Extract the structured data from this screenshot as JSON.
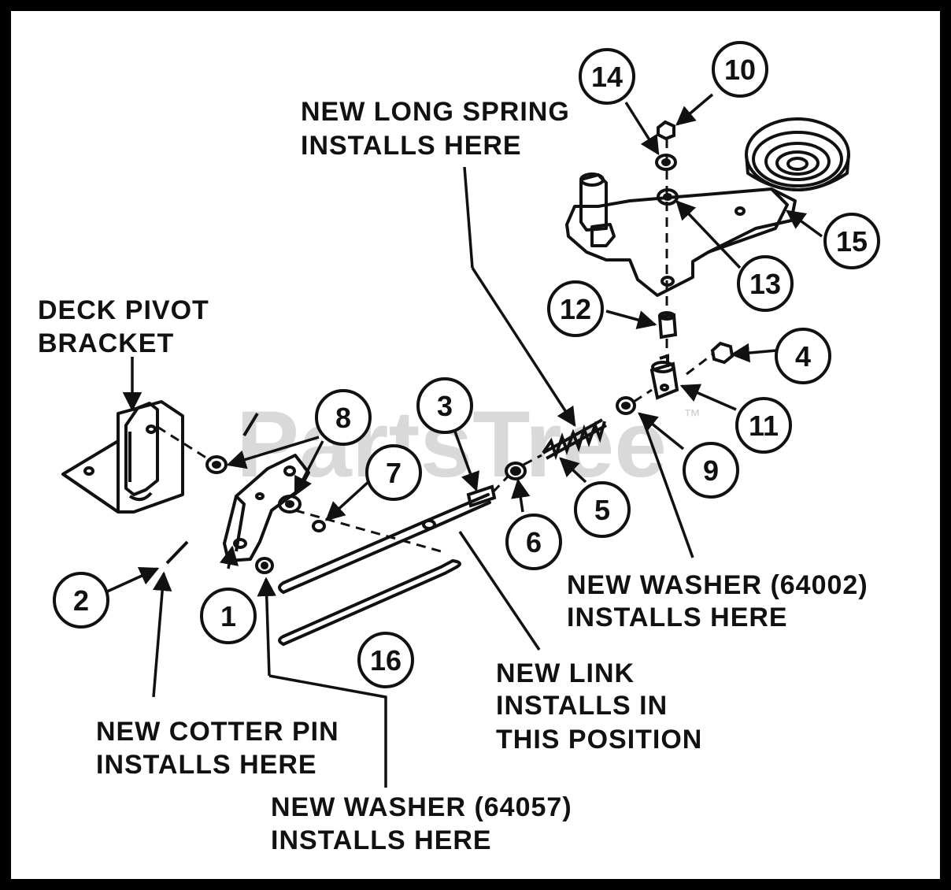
{
  "watermark": {
    "text": "PartsTree",
    "tm": "™"
  },
  "labels": {
    "deck_pivot_line1": "DECK PIVOT",
    "deck_pivot_line2": "BRACKET",
    "long_spring_line1": "NEW LONG SPRING",
    "long_spring_line2": "INSTALLS HERE",
    "washer64002_line1": "NEW WASHER (64002)",
    "washer64002_line2": "INSTALLS HERE",
    "link_line1": "NEW LINK",
    "link_line2": "INSTALLS IN",
    "link_line3": "THIS POSITION",
    "cotter_line1": "NEW COTTER PIN",
    "cotter_line2": "INSTALLS HERE",
    "washer64057_line1": "NEW WASHER (64057)",
    "washer64057_line2": "INSTALLS HERE"
  },
  "callouts": {
    "c1": "1",
    "c2": "2",
    "c3": "3",
    "c4": "4",
    "c5": "5",
    "c6": "6",
    "c7": "7",
    "c8": "8",
    "c9": "9",
    "c10": "10",
    "c11": "11",
    "c12": "12",
    "c13": "13",
    "c14": "14",
    "c15": "15",
    "c16": "16"
  }
}
